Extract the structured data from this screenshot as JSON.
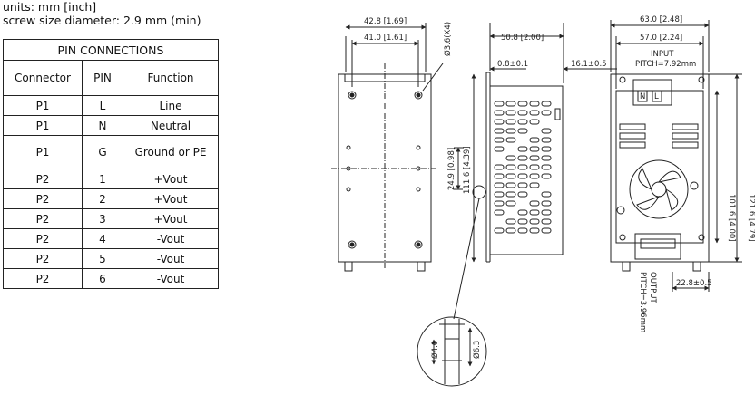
{
  "notes": {
    "units": "units: mm [inch]",
    "screw": "screw size diameter: 2.9 mm (min)"
  },
  "pin_table": {
    "title": "PIN CONNECTIONS",
    "headers": [
      "Connector",
      "PIN",
      "Function"
    ],
    "rows": [
      [
        "P1",
        "L",
        "Line"
      ],
      [
        "P1",
        "N",
        "Neutral"
      ],
      [
        "P1",
        "G",
        "Ground or PE"
      ],
      [
        "P2",
        "1",
        "+Vout"
      ],
      [
        "P2",
        "2",
        "+Vout"
      ],
      [
        "P2",
        "3",
        "+Vout"
      ],
      [
        "P2",
        "4",
        "-Vout"
      ],
      [
        "P2",
        "5",
        "-Vout"
      ],
      [
        "P2",
        "6",
        "-Vout"
      ]
    ]
  },
  "dimensions": {
    "d1": "42.8 [1.69]",
    "d2": "41.0 [1.61]",
    "d3": "Ø3.6(X4)",
    "d4": "50.8 [2.00]",
    "d5": "0.8±0.1",
    "d6": "16.1±0.5",
    "d7": "63.0 [2.48]",
    "d8": "57.0 [2.24]",
    "input_label": "INPUT",
    "input_pitch": "PITCH=7.92mm",
    "d9": "24.9 [0.98]",
    "d10": "111.6 [4.39]",
    "d11": "101.6 [4.00]",
    "d12": "121.6 [4.79]",
    "output_label": "OUTPUT",
    "output_pitch": "PITCH=3.96mm",
    "d13": "22.8±0.5",
    "d14": "Ø4.0",
    "d15": "Ø6.3",
    "pin_n": "N",
    "pin_l": "L"
  }
}
